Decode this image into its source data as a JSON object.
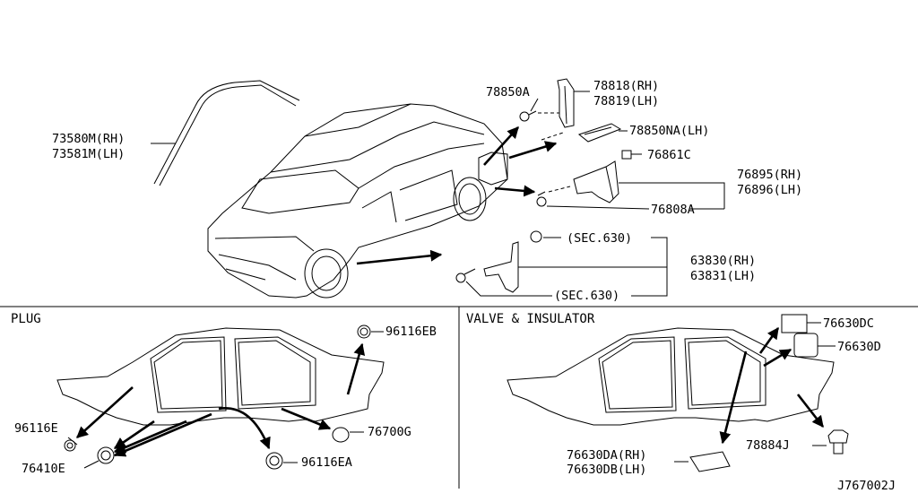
{
  "top": {
    "labels": {
      "p73580": "73580M(RH)",
      "p73581": "73581M(LH)",
      "p78850a": "78850A",
      "p78818": "78818(RH)",
      "p78819": "78819(LH)",
      "p78850na": "78850NA(LH)",
      "p76861c": "76861C",
      "p76895": "76895(RH)",
      "p76896": "76896(LH)",
      "p76808a": "76808A",
      "sec630_top": "(SEC.630)",
      "p63830": "63830(RH)",
      "p63831": "63831(LH)",
      "sec630_bottom": "(SEC.630)"
    }
  },
  "plug": {
    "title": "PLUG",
    "labels": {
      "p96116eb": "96116EB",
      "p96116e": "96116E",
      "p76700g": "76700G",
      "p76410e": "76410E",
      "p96116ea": "96116EA"
    }
  },
  "valve": {
    "title": "VALVE & INSULATOR",
    "labels": {
      "p76630dc": "76630DC",
      "p76630d": "76630D",
      "p76630da": "76630DA(RH)",
      "p76630db": "76630DB(LH)",
      "p78884j": "78884J"
    }
  },
  "footer": {
    "code": "J767002J"
  }
}
